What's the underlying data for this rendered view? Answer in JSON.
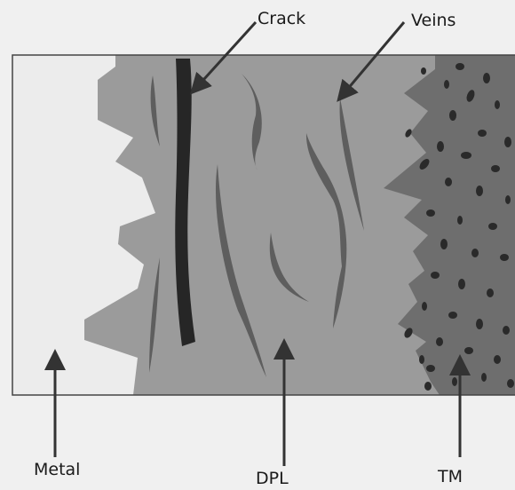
{
  "labels": {
    "crack": "Crack",
    "veins": "Veins",
    "metal": "Metal",
    "dpl": "DPL",
    "tm": "TM"
  },
  "colors": {
    "background": "#f0f0f0",
    "metal": "#ececec",
    "dpl": "#9b9b9b",
    "tm": "#6e6e6e",
    "veins": "#5e5e5e",
    "crack": "#262626",
    "inclusions": "#2a2a2a",
    "arrows": "#333333",
    "frame": "#444444"
  }
}
